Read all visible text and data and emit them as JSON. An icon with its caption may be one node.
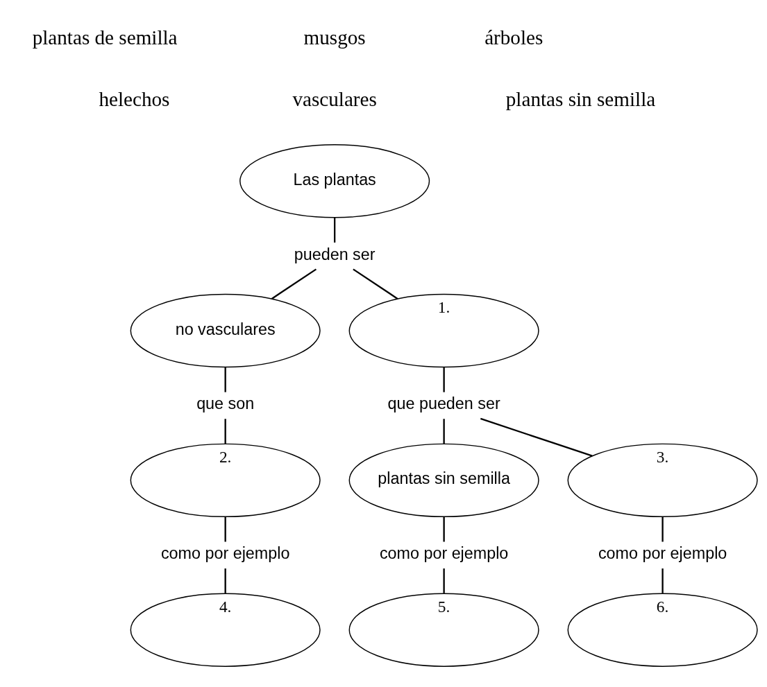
{
  "diagram": {
    "nodes": [
      {
        "text": [
          "Las plantas"
        ]
      },
      {
        "text": [
          "pueden ser"
        ]
      },
      {
        "text": [
          "no vasculares"
        ]
      },
      {
        "text": [
          "1."
        ]
      },
      {
        "text": [
          "que son"
        ]
      },
      {
        "text": [
          "que pueden ser"
        ]
      },
      {
        "text": [
          "2."
        ]
      },
      {
        "text": [
          "plantas sin semilla"
        ]
      },
      {
        "text": [
          "3."
        ]
      },
      {
        "text": [
          "como por ejemplo"
        ]
      },
      {
        "text": [
          "como por ejemplo"
        ]
      },
      {
        "text": [
          "como por ejemplo"
        ]
      },
      {
        "text": [
          "4."
        ]
      },
      {
        "text": [
          "5."
        ]
      },
      {
        "text": [
          "6."
        ]
      }
    ],
    "edges": [
      {
        "from": 0,
        "to": 1,
        "arrow": "none"
      },
      {
        "from": 1,
        "to": 2,
        "arrow": "none"
      },
      {
        "from": 1,
        "to": 3,
        "arrow": "none"
      },
      {
        "from": 2,
        "to": 4,
        "arrow": "none"
      },
      {
        "from": 4,
        "to": 6,
        "arrow": "none"
      },
      {
        "from": 3,
        "to": 5,
        "arrow": "none"
      },
      {
        "from": 5,
        "to": 7,
        "arrow": "none"
      },
      {
        "from": 5,
        "to": 8,
        "arrow": "none"
      },
      {
        "from": 6,
        "to": 9,
        "arrow": "none"
      },
      {
        "from": 9,
        "to": 12,
        "arrow": "none"
      },
      {
        "from": 7,
        "to": 10,
        "arrow": "none"
      },
      {
        "from": 10,
        "to": 13,
        "arrow": "none"
      },
      {
        "from": 8,
        "to": 11,
        "arrow": "none"
      },
      {
        "from": 11,
        "to": 14,
        "arrow": "none"
      }
    ],
    "labels": [
      "plantas de semilla",
      "musgos",
      "árboles",
      "helechos",
      "vasculares",
      "plantas sin semilla"
    ]
  }
}
